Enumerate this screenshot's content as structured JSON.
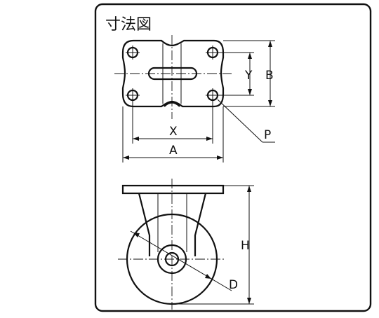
{
  "title": "寸法図",
  "labels": {
    "A": "A",
    "B": "B",
    "X": "X",
    "Y": "Y",
    "P": "P",
    "H": "H",
    "D": "D"
  }
}
